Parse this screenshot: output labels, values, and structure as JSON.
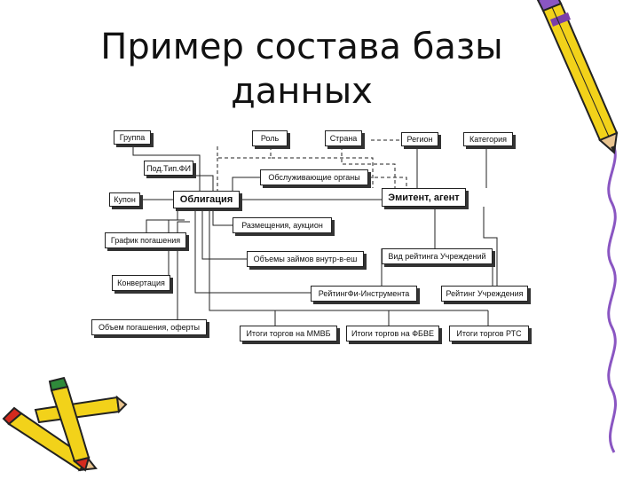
{
  "slide": {
    "title_line1": "Пример состава базы",
    "title_line2": "данных"
  },
  "entities": {
    "gruppa": "Группа",
    "rol": "Роль",
    "strana": "Страна",
    "region": "Регион",
    "kategoriya": "Категория",
    "pod_tip_fi": "Под.Тип.ФИ",
    "obsluzh_org": "Обслуживающие органы",
    "kupon": "Купон",
    "obligatsiya": "Облигация",
    "emitent_agent": "Эмитент, агент",
    "razmeshchenie": "Размещения, аукцион",
    "grafik_pogasheniya": "График погашения",
    "obemy_zaimov": "Объемы займов внутр-в-еш",
    "vid_reitinga": "Вид рейтинга Учреждений",
    "konvertatsiya": "Конвертация",
    "reiting_fi": "РейтингФи-Инструмента",
    "reiting_uchrezhdeniya": "Рейтинг Учреждения",
    "obem_pogasheniya": "Объем погашения, оферты",
    "itogi_mmvb": "Итоги торгов на ММВБ",
    "itogi_fbve": "Итоги торгов на ФБВЕ",
    "itogi_rts": "Итоги торгов РТС"
  },
  "colors": {
    "line": "#222222",
    "pencil_body": "#f2d21a",
    "pencil_band": "#7a3fa8",
    "pencil_eraser": "#8a56c2",
    "border_wave": "#8a56c2",
    "crayon_red": "#d42a1e",
    "crayon_green": "#2f8a3a"
  },
  "icons": {
    "top_right": "pencil-icon",
    "bottom_left": "crossed-pencils-icon"
  }
}
